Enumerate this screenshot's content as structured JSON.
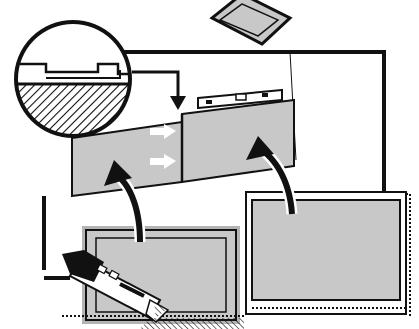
{
  "diagram": {
    "colors": {
      "ink": "#111111",
      "panel_gray": "#c8c8c8",
      "panel_gray_dark": "#b4b4b4",
      "paper": "#ffffff"
    },
    "icons": {
      "level_tool": "spirit-level-icon",
      "utility_knife": "utility-knife-icon",
      "magnifier_callout": "joint-detail-callout",
      "arrows": [
        "down-arrow",
        "right-arrow",
        "curved-up-arrow"
      ]
    }
  }
}
